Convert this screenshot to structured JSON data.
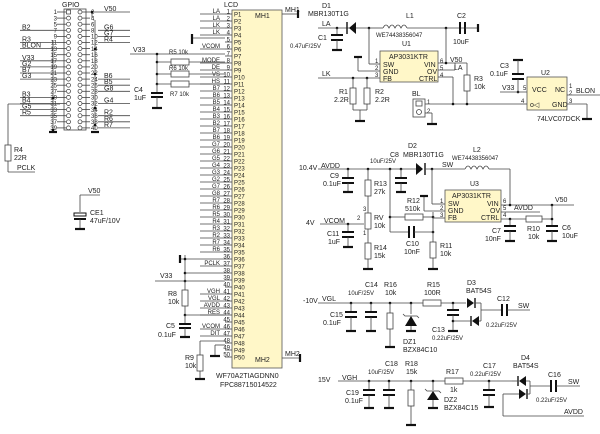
{
  "gpio": {
    "title": "GPIO",
    "left_nets": [
      "B2",
      "R3",
      "BLON",
      "V33",
      "G2",
      "B7",
      "G3",
      "B3",
      "B4",
      "G5",
      "R5"
    ],
    "right_nets": [
      "V50",
      "G6",
      "G7",
      "R4",
      "B6",
      "B5",
      "G8",
      "G4",
      "R2",
      "R6",
      "R7"
    ],
    "pins_odd": [
      "1",
      "3",
      "5",
      "7",
      "9",
      "11",
      "13",
      "15",
      "17",
      "19",
      "21",
      "23",
      "25",
      "27",
      "29",
      "31",
      "33",
      "35",
      "37",
      "39"
    ],
    "pins_even": [
      "2",
      "4",
      "6",
      "8",
      "10",
      "12",
      "14",
      "16",
      "18",
      "20",
      "22",
      "24",
      "26",
      "28",
      "30",
      "32",
      "34",
      "36",
      "38",
      "40"
    ],
    "r4": {
      "name": "R4",
      "value": "22R",
      "net": "PCLK"
    },
    "ce1": {
      "name": "CE1",
      "value": "47uF/10V",
      "net": "V50"
    }
  },
  "lcd": {
    "title": "LCD",
    "mh1": "MH1",
    "mh2": "MH2",
    "part": "WF70A2TIAGDNN0",
    "fpc": "FPC88715014522",
    "left_nets": [
      "LA",
      "LA",
      "LK",
      "LK",
      "",
      "VCOM",
      "",
      "MODE",
      "DE",
      "VS",
      "HS",
      "B7",
      "B6",
      "B5",
      "B4",
      "B3",
      "B2",
      "B7",
      "B6",
      "G7",
      "G6",
      "G5",
      "G4",
      "G3",
      "G2",
      "G7",
      "G8",
      "R7",
      "R6",
      "R5",
      "R4",
      "R3",
      "R2",
      "R7",
      "R6",
      "",
      "PCLK",
      "",
      "",
      "",
      "VGH",
      "VGL",
      "AVDD",
      "RES",
      "",
      "VCOM",
      "DIT",
      "",
      "",
      ""
    ],
    "pins": [
      "P1",
      "P2",
      "P3",
      "P4",
      "P5",
      "P6",
      "P7",
      "P8",
      "P9",
      "P10",
      "P11",
      "P12",
      "P13",
      "P14",
      "P15",
      "P16",
      "P17",
      "P18",
      "P19",
      "P20",
      "P21",
      "P22",
      "P23",
      "P24",
      "P25",
      "P26",
      "P27",
      "P28",
      "P29",
      "P30",
      "P31",
      "P32",
      "P33",
      "P34",
      "P35",
      "P36",
      "P37",
      "P38",
      "P39",
      "P40",
      "P41",
      "P42",
      "P43",
      "P44",
      "P45",
      "P46",
      "P47",
      "P48",
      "P49",
      "P50"
    ],
    "v33_label": "V33",
    "r5": "R5 10k",
    "r6": "R6 10k",
    "r7": "R7 10k",
    "c4": "C4",
    "c4v": "1uF",
    "r8": "R8",
    "r8v": "10k",
    "c5": "C5",
    "c5v": "0.1uF",
    "r9": "R9",
    "r9v": "10k",
    "v33b": "V33"
  },
  "backlight": {
    "d1": "D1",
    "d1v": "MBR130T1G",
    "l1": "L1",
    "l1v": "WE74438356047",
    "c1": "C1",
    "c1v": "0.47uF/25V",
    "c2": "C2",
    "c2v": "10uF",
    "u1": "U1",
    "u1v": "AP3031KTR",
    "pins_left": [
      "SW",
      "GND",
      "FB"
    ],
    "pins_right": [
      "VIN",
      "OV",
      "CTRL"
    ],
    "pn_left": [
      "1",
      "2",
      "3"
    ],
    "pn_right": [
      "6",
      "5",
      "4"
    ],
    "la": "LA",
    "lk": "LK",
    "r1": "R1",
    "r1v": "2.2R",
    "r2": "R2",
    "r2v": "2.2R",
    "bl": "BL",
    "bl_pins": [
      "1",
      "2"
    ],
    "v50": "V50",
    "la2": "LA",
    "r3": "R3",
    "r3v": "10k",
    "c3": "C3",
    "c3v": "0.1uF",
    "u2": "U2",
    "u2v": "74LVC07DCK",
    "u2_vcc": "VCC",
    "u2_nc": "NC",
    "u2_gnd": "GND",
    "u2_pins": [
      "5",
      "1",
      "2",
      "3",
      "4"
    ],
    "v33": "V33",
    "blon": "BLON"
  },
  "avdd_supply": {
    "v": "10.4V",
    "net": "AVDD",
    "c9": "C9",
    "c9v": "0.1uF",
    "c8": "C8",
    "c8v": "10uF/25V",
    "d2": "D2",
    "d2v": "MBR130T1G",
    "l2": "L2",
    "l2v": "WE74438356047",
    "sw": "SW",
    "r13": "R13",
    "r13v": "27k",
    "r12": "R12",
    "r12v": "510k",
    "u3": "U3",
    "u3v": "AP3031KTR",
    "pins_left": [
      "SW",
      "GND",
      "FB"
    ],
    "pins_right": [
      "VIN",
      "OV",
      "CTRL"
    ],
    "pn_left": [
      "1",
      "2",
      "3"
    ],
    "pn_right": [
      "6",
      "5",
      "4"
    ],
    "v50": "V50",
    "avdd2": "AVDD",
    "vcom_v": "4V",
    "vcom": "VCOM",
    "rv": "RV",
    "rvv": "10k",
    "rv_pins": [
      "3",
      "2",
      "1"
    ],
    "c11": "C11",
    "c11v": "1uF",
    "r14": "R14",
    "r14v": "15k",
    "c10": "C10",
    "c10v": "10nF",
    "r11": "R11",
    "r11v": "10k",
    "c7": "C7",
    "c7v": "10nF",
    "r10": "R10",
    "r10v": "10k",
    "c6": "C6",
    "c6v": "10uF"
  },
  "vgl_supply": {
    "v": "-10V",
    "net": "VGL",
    "c15": "C15",
    "c15v": "0.1uF",
    "c14": "C14",
    "c14v": "10uF/25V",
    "r16": "R16",
    "r16v": "10k",
    "r15": "R15",
    "r15v": "100R",
    "dz1": "DZ1",
    "dz1v": "BZX84C10",
    "c13": "C13",
    "c13v": "0.22uF/25V",
    "d3": "D3",
    "d3v": "BAT54S",
    "c12": "C12",
    "c12v": "0.22uF/25V",
    "sw": "SW"
  },
  "vgh_supply": {
    "v": "15V",
    "net": "VGH",
    "c19": "C19",
    "c19v": "0.1uF",
    "c18": "C18",
    "c18v": "10uF/25V",
    "r18": "R18",
    "r18v": "15k",
    "r17": "R17",
    "r17v": "1k",
    "dz2": "DZ2",
    "dz2v": "BZX84C15",
    "c17": "C17",
    "c17v": "0.22uF/25V",
    "d4": "D4",
    "d4v": "BAT54S",
    "c16": "C16",
    "c16v": "0.22uF/25V",
    "sw": "SW",
    "avdd": "AVDD"
  }
}
